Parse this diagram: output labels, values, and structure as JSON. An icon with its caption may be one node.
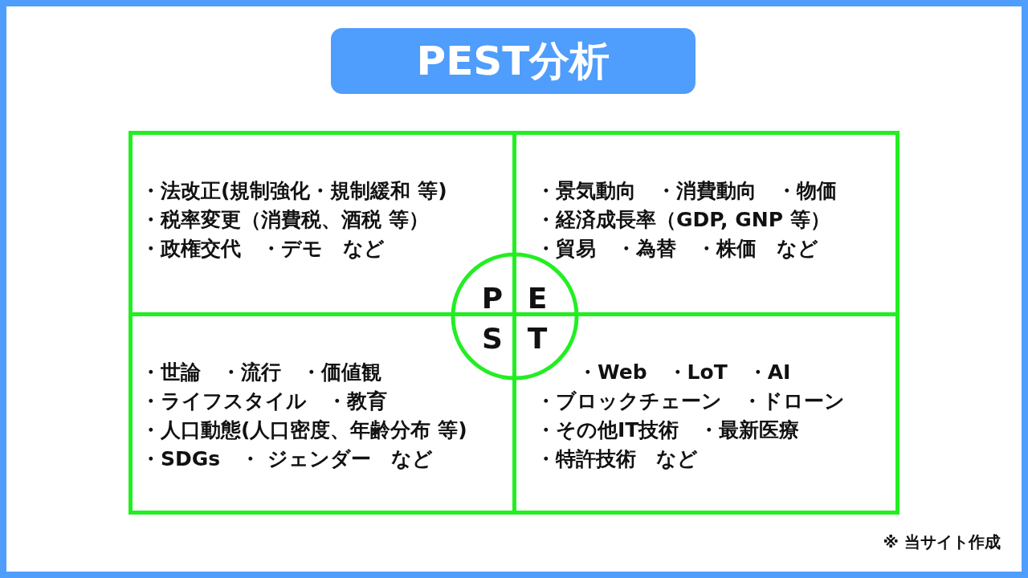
{
  "diagram": {
    "title": "PEST分析",
    "nodes": [
      {
        "text": [
          "・法改正(規制強化・規制緩和 等)",
          "・税率変更（消費税、酒税 等）",
          "・政権交代　・デモ　など"
        ]
      },
      {
        "text": [
          "・景気動向　・消費動向　・物価",
          "・経済成長率（GDP, GNP 等）",
          "・貿易　・為替　・株価　など"
        ]
      },
      {
        "text": [
          "・世論　・流行　・価値観",
          "・ライフスタイル　・教育",
          "・人口動態(人口密度、年齢分布 等)",
          "・SDGs　・ ジェンダー　など"
        ]
      },
      {
        "text": [
          "・Web　・LoT　・AI",
          "・ブロックチェーン　・ドローン",
          "・その他IT技術　・最新医療",
          "・特許技術　など"
        ]
      },
      {
        "text": [
          "P",
          "E",
          "S",
          "T"
        ]
      }
    ],
    "labels": [
      "※ 当サイト作成"
    ]
  }
}
